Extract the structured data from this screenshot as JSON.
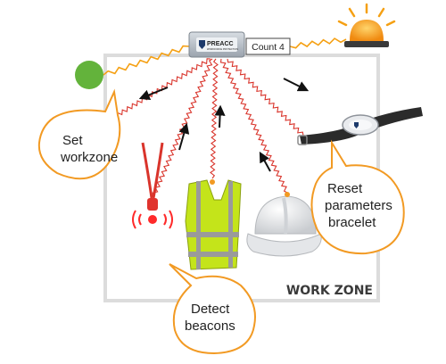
{
  "hub": {
    "brand": "PREACC",
    "tagline": "WORKFORCE PROTECTION",
    "count_label": "Count 4"
  },
  "zone_label": "WORK ZONE",
  "callouts": {
    "set_workzone": [
      "Set",
      "workzone"
    ],
    "detect_beacons": [
      "Detect",
      "beacons"
    ],
    "reset_bracelet": [
      "Reset",
      "parameters",
      "bracelet"
    ]
  },
  "colors": {
    "callout_stroke": "#f29a23",
    "zigzag": "#d9342b",
    "beacon_light": "#f5a013",
    "status_dot": "#63b33b",
    "vest": "#c4e41a",
    "arrow": "#111111"
  }
}
